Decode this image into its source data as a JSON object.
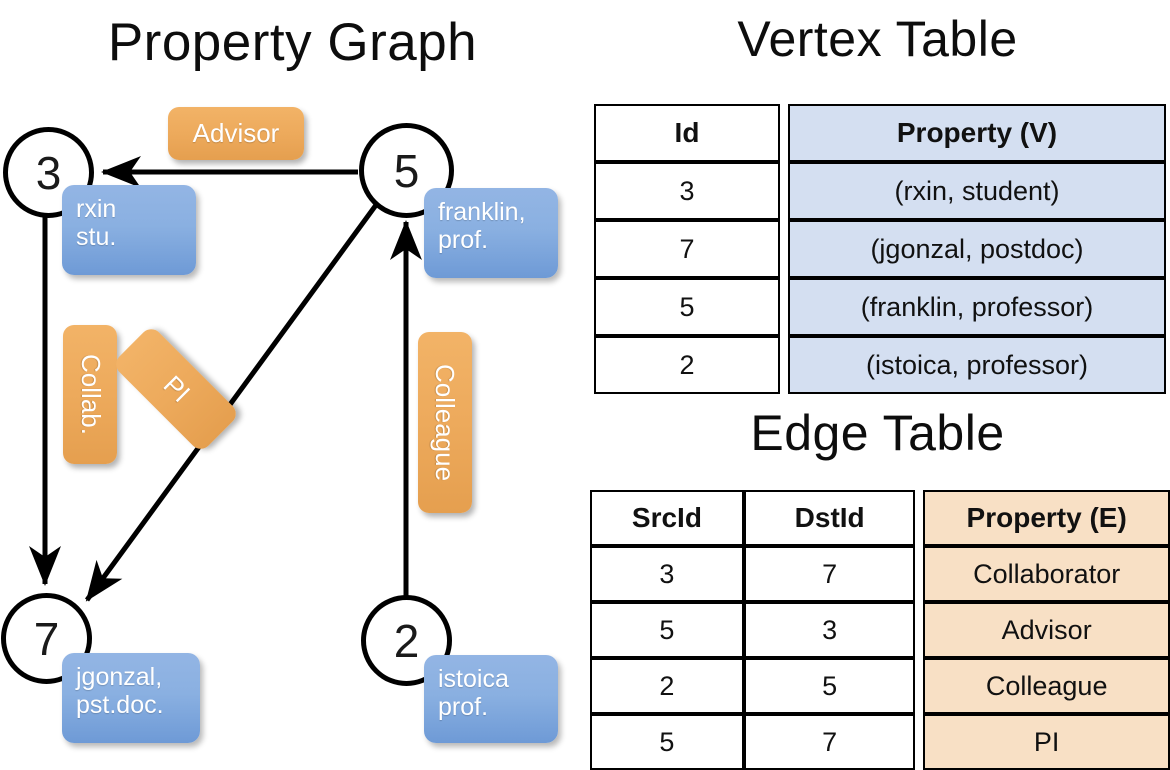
{
  "panels": {
    "graph_title": "Property Graph",
    "vertex_table_title": "Vertex Table",
    "edge_table_title": "Edge Table"
  },
  "colors": {
    "vertex_property_blue": "#8ab0e1",
    "edge_label_orange": "#edaa5c",
    "vertex_table_header_blue": "#d4dff1",
    "edge_table_header_orange": "#f8e0c5",
    "stroke_black": "#000000",
    "background_white": "#ffffff"
  },
  "graph": {
    "vertices": [
      {
        "id": "3",
        "property_line1": "rxin",
        "property_line2": "stu."
      },
      {
        "id": "5",
        "property_line1": "franklin,",
        "property_line2": "prof."
      },
      {
        "id": "7",
        "property_line1": "jgonzal,",
        "property_line2": "pst.doc."
      },
      {
        "id": "2",
        "property_line1": "istoica",
        "property_line2": "prof."
      }
    ],
    "edge_labels": [
      {
        "key": "advisor",
        "text": "Advisor"
      },
      {
        "key": "collab",
        "text": "Collab."
      },
      {
        "key": "pi",
        "text": "PI"
      },
      {
        "key": "colleague",
        "text": "Colleague"
      }
    ]
  },
  "vertex_table": {
    "columns": [
      "Id",
      "Property (V)"
    ],
    "rows": [
      {
        "id": "3",
        "property": "(rxin, student)"
      },
      {
        "id": "7",
        "property": "(jgonzal, postdoc)"
      },
      {
        "id": "5",
        "property": "(franklin, professor)"
      },
      {
        "id": "2",
        "property": "(istoica, professor)"
      }
    ]
  },
  "edge_table": {
    "columns": [
      "SrcId",
      "DstId",
      "Property (E)"
    ],
    "rows": [
      {
        "src": "3",
        "dst": "7",
        "property": "Collaborator"
      },
      {
        "src": "5",
        "dst": "3",
        "property": "Advisor"
      },
      {
        "src": "2",
        "dst": "5",
        "property": "Colleague"
      },
      {
        "src": "5",
        "dst": "7",
        "property": "PI"
      }
    ]
  }
}
